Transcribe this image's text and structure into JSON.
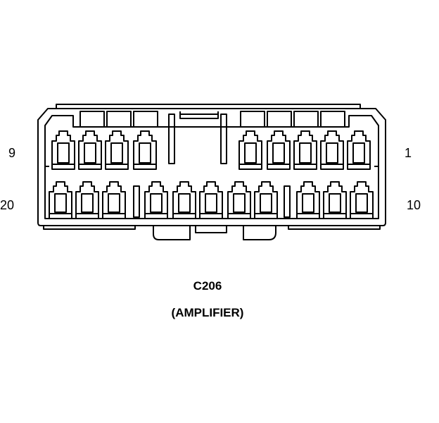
{
  "connector": {
    "id": "C206",
    "name": "(AMPLIFIER)",
    "pin_labels": {
      "top_left": "9",
      "top_right": "1",
      "bottom_left": "20",
      "bottom_right": "10"
    },
    "top_row_pin_count": 9,
    "bottom_row_pin_count": 11
  },
  "colors": {
    "line": "#000000",
    "background": "#ffffff"
  }
}
